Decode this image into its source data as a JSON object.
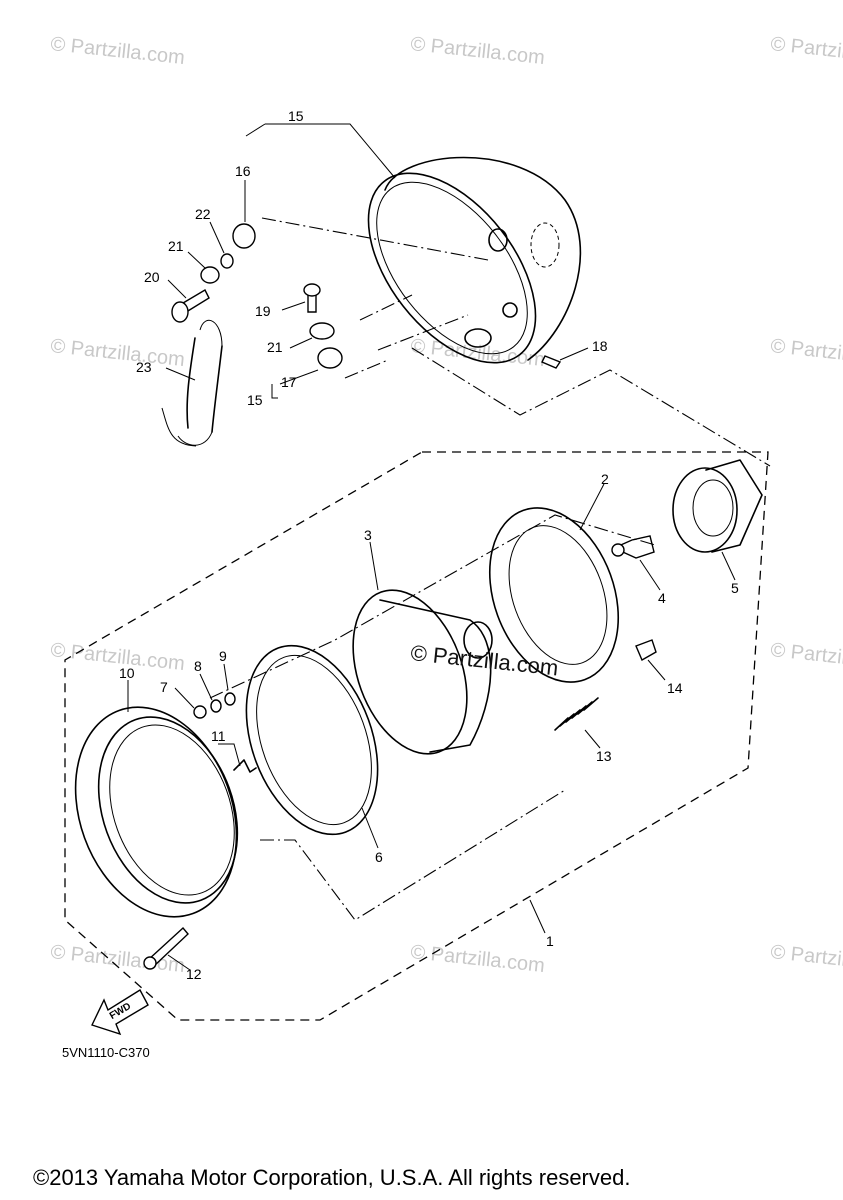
{
  "diagram": {
    "watermark_text": "© Partzilla.com",
    "center_watermark_text": "© Partzilla.com",
    "diagram_code": "5VN1110-C370",
    "fwd_label": "FWD",
    "copyright": "©2013 Yamaha Motor Corporation, U.S.A. All rights reserved."
  },
  "callouts": {
    "c1": "1",
    "c2": "2",
    "c3": "3",
    "c4": "4",
    "c5": "5",
    "c6": "6",
    "c7": "7",
    "c8": "8",
    "c9": "9",
    "c10": "10",
    "c11": "11",
    "c12": "12",
    "c13": "13",
    "c14": "14",
    "c15a": "15",
    "c15b": "15",
    "c16": "16",
    "c17": "17",
    "c18": "18",
    "c19": "19",
    "c20": "20",
    "c21a": "21",
    "c21b": "21",
    "c22": "22",
    "c23": "23"
  }
}
